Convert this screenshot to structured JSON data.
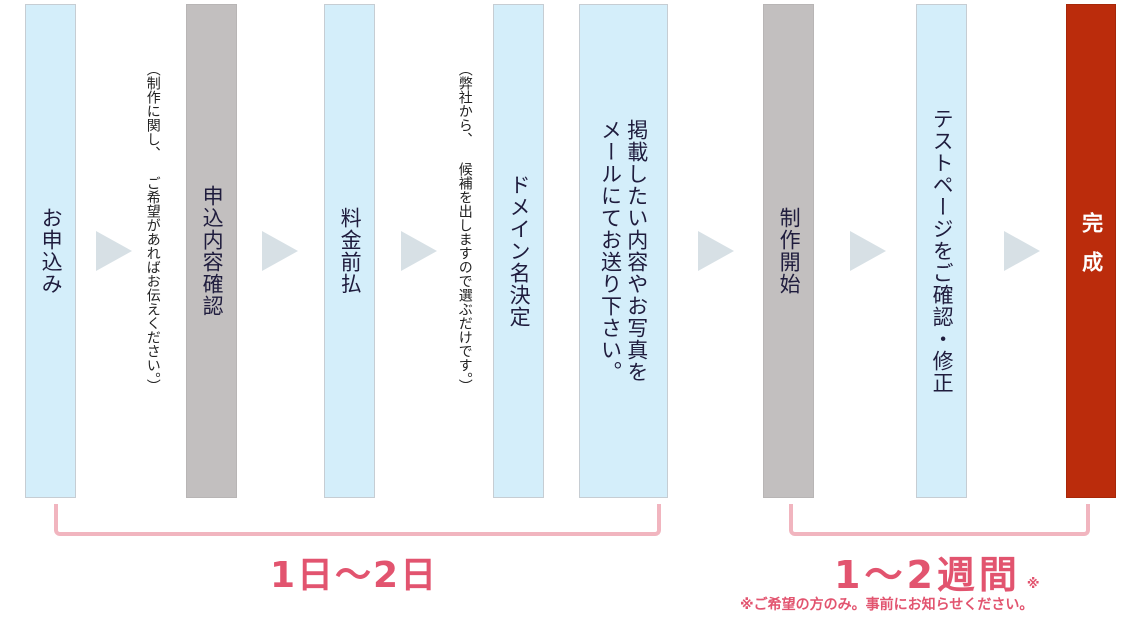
{
  "steps": [
    {
      "label": "お申込み",
      "style": "blue"
    },
    {
      "label": "申込内容確認",
      "style": "gray"
    },
    {
      "label": "料金前払",
      "style": "blue"
    },
    {
      "label": "ドメイン名決定",
      "style": "blue"
    },
    {
      "label": "掲載したい内容やお写真を\nメールにてお送り下さい。",
      "style": "blue"
    },
    {
      "label": "制作開始",
      "style": "gray"
    },
    {
      "label": "テストページをご確認・修正",
      "style": "blue"
    },
    {
      "label": "完成",
      "style": "red"
    }
  ],
  "notes": [
    {
      "text": "（制作に関し、 ご希望があればお伝えください。）"
    },
    {
      "text": "（弊社から、 候補を出しますので選ぶだけです。）"
    }
  ],
  "timeframes": [
    {
      "label": "1日〜2日"
    },
    {
      "label": "1〜2週間",
      "mark": "※",
      "footnote": "※ご希望の方のみ。事前にお知らせください。"
    }
  ],
  "colors": {
    "step_blue": "#d4eefa",
    "step_gray": "#c2bfbf",
    "step_red": "#bb2c0c",
    "arrow": "#d7e0e5",
    "bracket": "#f1b5bf",
    "timeframe_text": "#e2546f",
    "step_text": "#1f1c3d"
  }
}
